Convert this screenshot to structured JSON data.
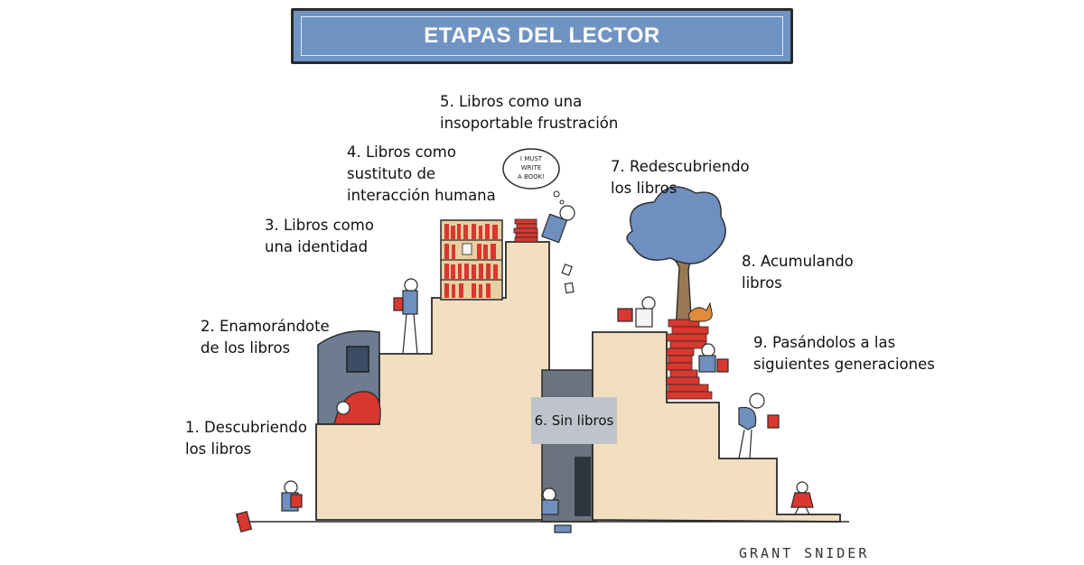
{
  "title": "ETAPAS DEL LECTOR",
  "stages": [
    {
      "label": "1. Descubriendo\nlos libros"
    },
    {
      "label": "2. Enamorándote\nde los libros"
    },
    {
      "label": "3. Libros como\nuna identidad"
    },
    {
      "label": "4. Libros como\nsustituto de\ninteracción humana"
    },
    {
      "label": "5. Libros como una\ninsoportable frustración"
    },
    {
      "label": "6. Sin libros"
    },
    {
      "label": "7. Redescubriendo\nlos libros"
    },
    {
      "label": "8. Acumulando\nlibros"
    },
    {
      "label": "9. Pasándolos a las\nsiguientes generaciones"
    }
  ],
  "thought_bubble": "I MUST WRITE A BOOK!",
  "signature": "GRANT SNIDER",
  "colors": {
    "title_bg": "#6f94c4",
    "stairs": "#f2dfc0",
    "book_red": "#d8382f",
    "tree": "#6f8fbf",
    "shirt_blue": "#6f8fbf",
    "label_box": "#bfc4cc"
  }
}
